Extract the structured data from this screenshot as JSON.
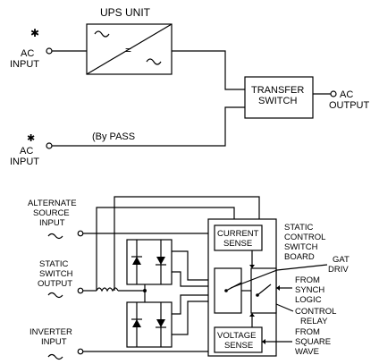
{
  "upper": {
    "ups_title": "UPS UNIT",
    "transfer_switch": [
      "TRANSFER",
      "SWITCH"
    ],
    "ac_input_top": [
      "AC",
      "INPUT"
    ],
    "ac_input_bottom": [
      "AC",
      "INPUT"
    ],
    "bypass_label": "(By PASS",
    "ac_output": [
      "AC",
      "OUTPUT"
    ],
    "converter_symbol": "="
  },
  "lower": {
    "alternate_source": [
      "ALTERNATE",
      "SOURCE",
      "INPUT"
    ],
    "static_switch_output": [
      "STATIC",
      "SWITCH",
      "OUTPUT"
    ],
    "inverter_input": [
      "INVERTER",
      "INPUT"
    ],
    "current_sense": [
      "CURRENT",
      "SENSE"
    ],
    "voltage_sense": [
      "VOLTAGE",
      "SENSE"
    ],
    "static_control_board": [
      "STATIC",
      "CONTROL",
      "SWITCH",
      "BOARD"
    ],
    "gate_drive": [
      "GAT",
      "DRIV"
    ],
    "from_synch_logic": [
      "FROM",
      "SYNCH",
      "LOGIC"
    ],
    "control_relay": [
      "CONTROL",
      "RELAY"
    ],
    "from_square_wave": [
      "FROM",
      "SQUARE",
      "WAVE"
    ]
  }
}
